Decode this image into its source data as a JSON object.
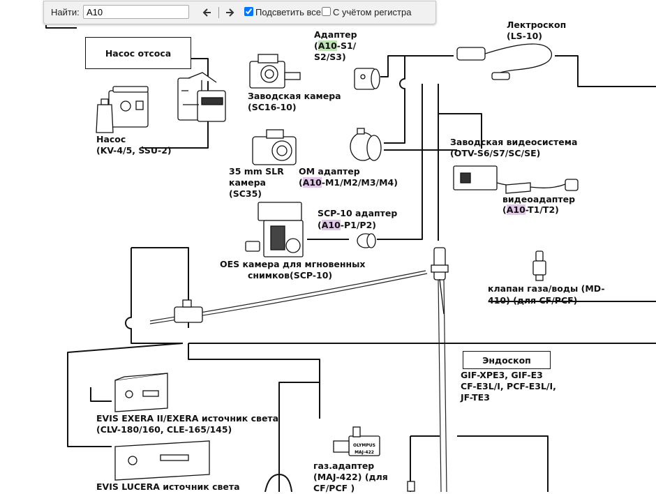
{
  "findbar": {
    "label": "Найти:",
    "query": "A10",
    "highlight_all_label": "Подсветить все",
    "highlight_all_checked": true,
    "match_case_label": "С учётом регистра",
    "match_case_checked": false
  },
  "highlight_color": "#e4c6ea",
  "current_highlight_color": "#bfe3b4",
  "labels": {
    "pump_box": "Насос отсоса",
    "pump_name": "Насос",
    "pump_model": "(KV-4/5, SSU-2)",
    "adapter_title": "Адаптер",
    "adapter_hl": "A10",
    "adapter_rest1": "-S1/",
    "adapter_rest2": "S2/S3)",
    "lectroscope": "Лектроскоп",
    "lectroscope_model": "(LS-10)",
    "factory_camera": "Заводская камера",
    "factory_camera_model": "(SC16-10)",
    "factory_video": "Заводская видеосистема",
    "factory_video_model": "(OTV-S6/S7/SC/SE)",
    "slr_1": "35 mm SLR",
    "slr_2": "камера",
    "slr_3": "(SC35)",
    "om_title": "OM адаптер",
    "om_hl": "A10",
    "om_rest": "-M1/M2/M3/M4)",
    "videoadapter": "видеоадаптер",
    "videoadapter_hl": "A10",
    "videoadapter_rest": "-T1/T2)",
    "scp_title": "SCP-10 адаптер",
    "scp_hl": "A10",
    "scp_rest": "-P1/P2)",
    "oes_1": "OES камера для мгновенных",
    "oes_2": "снимков(SCP-10)",
    "valve_1": "клапан газа/воды (MD-",
    "valve_2": "410) (для CF/PCF)",
    "endoscope_box": "Эндоскоп",
    "endo_1": "GIF-XPE3, GIF-E3",
    "endo_2": "CF-E3L/I, PCF-E3L/I,",
    "endo_3": "JF-TE3",
    "exera_1": "EVIS EXERA II/EXERA источник света",
    "exera_2": "(CLV-180/160, CLE-165/145)",
    "gas_1": "газ.адаптер",
    "gas_2": "(MAJ-422) (для",
    "gas_3": "CF/PCF )",
    "lucera": "EVIS LUCERA источник света",
    "maj_brand": "OLYMPUS",
    "maj_code": "MAJ-422"
  }
}
